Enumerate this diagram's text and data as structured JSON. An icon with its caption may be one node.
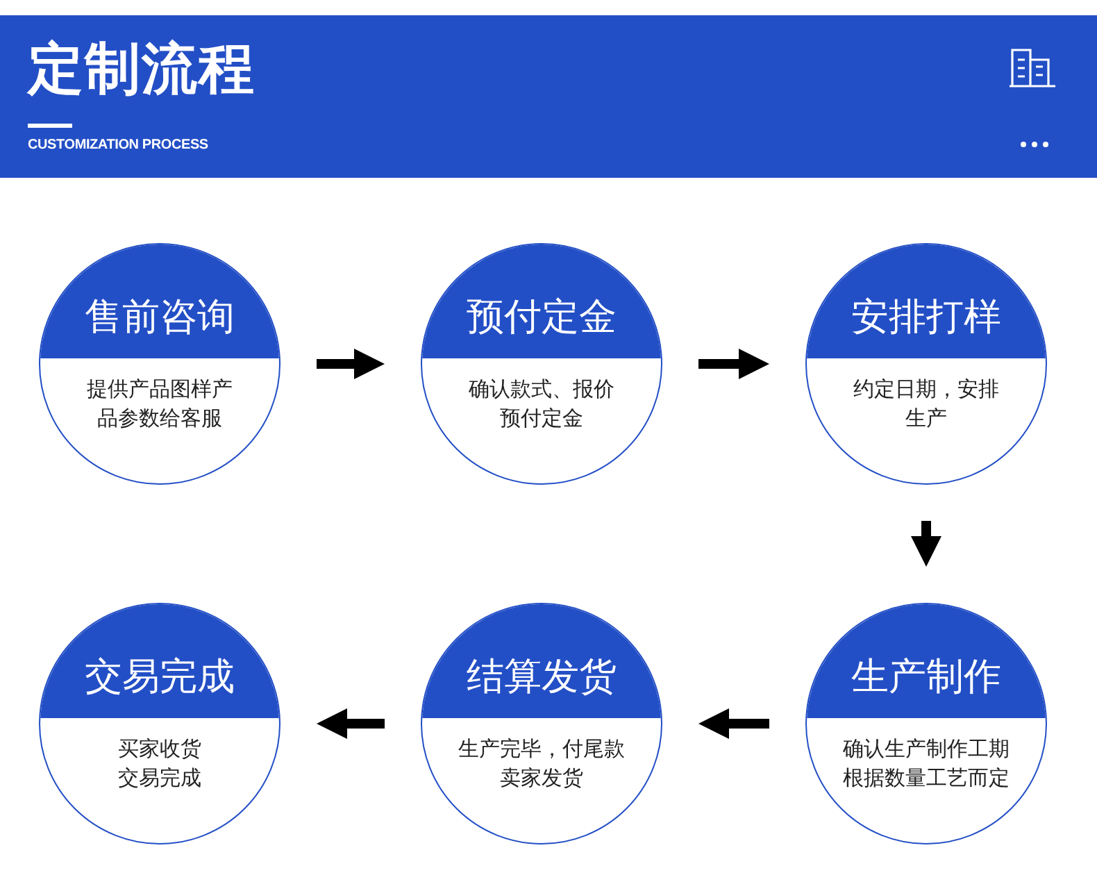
{
  "diagram": {
    "title": "定制流程",
    "nodes": [
      {
        "text": [
          "售前咨询",
          "提供产品图样产品参数给客服"
        ]
      },
      {
        "text": [
          "预付定金",
          "确认款式、报价预付定金"
        ]
      },
      {
        "text": [
          "安排打样",
          "约定日期，安排生产"
        ]
      },
      {
        "text": [
          "交易完成",
          "买家收货交易完成"
        ]
      },
      {
        "text": [
          "结算发货",
          "生产完毕，付尾款卖家发货"
        ]
      },
      {
        "text": [
          "生产制作",
          "确认生产制作工期根据数量工艺而定"
        ]
      }
    ],
    "edges": [
      {
        "from": 0,
        "to": 1,
        "arrow": "to"
      },
      {
        "from": 1,
        "to": 2,
        "arrow": "to"
      },
      {
        "from": 2,
        "to": 5,
        "arrow": "to"
      },
      {
        "from": 5,
        "to": 4,
        "arrow": "to"
      },
      {
        "from": 4,
        "to": 3,
        "arrow": "to"
      }
    ],
    "labels": [
      "CUSTOMIZATION PROCESS"
    ]
  }
}
